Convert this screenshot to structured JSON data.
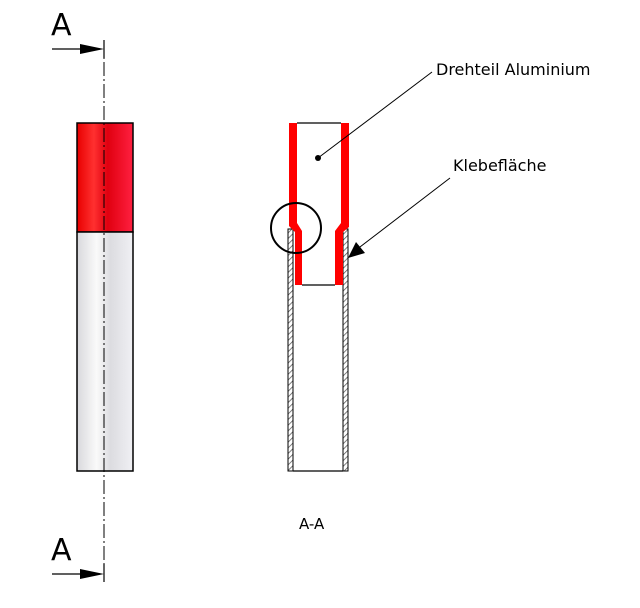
{
  "section_marks": {
    "top": "A",
    "bottom": "A"
  },
  "section_view_label": "A-A",
  "callouts": {
    "turned_part": "Drehteil Aluminium",
    "bond_surface": "Klebefläche"
  },
  "colors": {
    "aluminium_part": "#ff0000",
    "tube": "#e6e6ea"
  }
}
